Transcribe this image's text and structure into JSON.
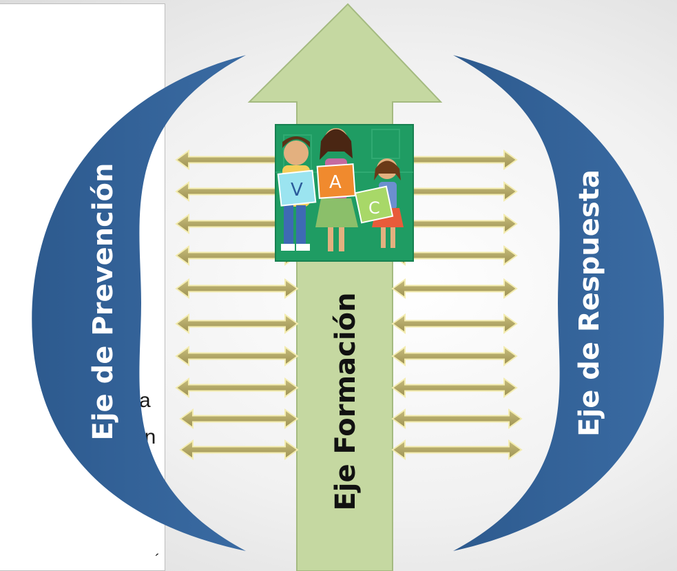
{
  "labels": {
    "prevention": "Eje de Prevención",
    "formation": "Eje Formación",
    "response": "Eje de Respuesta"
  },
  "left_panel": {
    "fragment_1": "a",
    "fragment_2": "on",
    "fragment_3": "´"
  },
  "image_badges": {
    "letter_1": "V",
    "letter_2": "A",
    "letter_3": "C"
  },
  "colors": {
    "arc_fill": "#33639a",
    "arc_text": "#ffffff",
    "arrow_fill": "#c5d8a1",
    "arrow_stroke": "#9fb57b",
    "arrow_text": "#111111",
    "double_arrow_fill": "#b3a868",
    "double_arrow_stroke": "#f3ecb0",
    "image_bg": "#1f9c63"
  }
}
